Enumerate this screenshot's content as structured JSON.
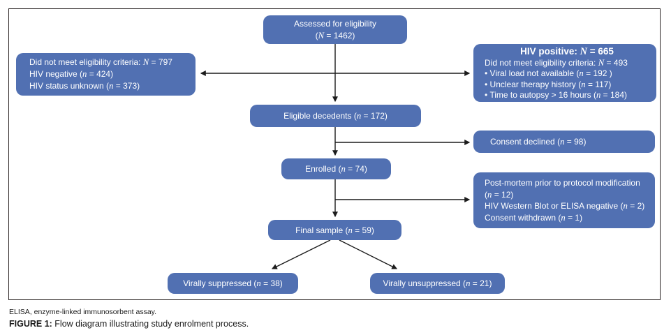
{
  "colors": {
    "box_fill": "#5170b2",
    "box_text": "#ffffff",
    "arrow": "#1c1c1c",
    "frame_border": "#2a2423",
    "caption_text": "#1a1a1a"
  },
  "boxes": {
    "assessed": {
      "lines": [
        {
          "c": 1,
          "segs": [
            {
              "t": "Assessed for eligibility"
            }
          ]
        },
        {
          "c": 1,
          "segs": [
            {
              "t": "("
            },
            {
              "t": "N",
              "i": 1
            },
            {
              "t": " = 1462)"
            }
          ]
        }
      ]
    },
    "not_eligible": {
      "lines": [
        {
          "segs": [
            {
              "t": "Did not meet eligibility criteria: "
            },
            {
              "t": "N",
              "i": 1
            },
            {
              "t": " = 797"
            }
          ]
        },
        {
          "segs": [
            {
              "t": "HIV negative ("
            },
            {
              "t": "n",
              "i": 1
            },
            {
              "t": " = 424)"
            }
          ]
        },
        {
          "segs": [
            {
              "t": "HIV status unknown ("
            },
            {
              "t": "n",
              "i": 1
            },
            {
              "t": " = 373)"
            }
          ]
        }
      ]
    },
    "hiv_positive": {
      "lines": [
        {
          "c": 1,
          "segs": [
            {
              "t": "HIV positive: ",
              "b": 1
            },
            {
              "t": "N",
              "b": 1,
              "i": 1
            },
            {
              "t": " = 665",
              "b": 1
            }
          ]
        },
        {
          "segs": [
            {
              "t": "Did not meet eligibility criteria: "
            },
            {
              "t": "N",
              "i": 1
            },
            {
              "t": " = 493"
            }
          ]
        },
        {
          "segs": [
            {
              "t": "• Viral load not available ("
            },
            {
              "t": "n",
              "i": 1
            },
            {
              "t": " = 192 )"
            }
          ]
        },
        {
          "segs": [
            {
              "t": "• Unclear therapy history ("
            },
            {
              "t": "n",
              "i": 1
            },
            {
              "t": " = 117)"
            }
          ]
        },
        {
          "segs": [
            {
              "t": "• Time to autopsy > 16 hours ("
            },
            {
              "t": "n",
              "i": 1
            },
            {
              "t": " = 184)"
            }
          ]
        }
      ]
    },
    "eligible": {
      "lines": [
        {
          "c": 1,
          "segs": [
            {
              "t": "Eligible decedents ("
            },
            {
              "t": "n",
              "i": 1
            },
            {
              "t": " = 172)"
            }
          ]
        }
      ]
    },
    "consent_declined": {
      "lines": [
        {
          "segs": [
            {
              "t": "Consent declined ("
            },
            {
              "t": "n",
              "i": 1
            },
            {
              "t": " = 98)"
            }
          ]
        }
      ]
    },
    "enrolled": {
      "lines": [
        {
          "c": 1,
          "segs": [
            {
              "t": "Enrolled ("
            },
            {
              "t": "n",
              "i": 1
            },
            {
              "t": " = 74)"
            }
          ]
        }
      ]
    },
    "post_mortem": {
      "lines": [
        {
          "segs": [
            {
              "t": "Post-mortem prior to protocol modification"
            }
          ]
        },
        {
          "segs": [
            {
              "t": "("
            },
            {
              "t": "n",
              "i": 1
            },
            {
              "t": " = 12)"
            }
          ]
        },
        {
          "segs": [
            {
              "t": "HIV Western Blot or ELISA negative ("
            },
            {
              "t": "n",
              "i": 1
            },
            {
              "t": " = 2)"
            }
          ]
        },
        {
          "segs": [
            {
              "t": "Consent withdrawn ("
            },
            {
              "t": "n",
              "i": 1
            },
            {
              "t": " = 1)"
            }
          ]
        }
      ]
    },
    "final_sample": {
      "lines": [
        {
          "c": 1,
          "segs": [
            {
              "t": "Final sample ("
            },
            {
              "t": "n",
              "i": 1
            },
            {
              "t": " = 59)"
            }
          ]
        }
      ]
    },
    "suppressed": {
      "lines": [
        {
          "c": 1,
          "segs": [
            {
              "t": "Virally suppressed ("
            },
            {
              "t": "n",
              "i": 1
            },
            {
              "t": " = 38)"
            }
          ]
        }
      ]
    },
    "unsuppressed": {
      "lines": [
        {
          "c": 1,
          "segs": [
            {
              "t": "Virally unsuppressed ("
            },
            {
              "t": "n",
              "i": 1
            },
            {
              "t": " = 21)"
            }
          ]
        }
      ]
    }
  },
  "footnote": "ELISA, enzyme-linked immunosorbent assay.",
  "caption": {
    "label": "FIGURE 1:",
    "text": " Flow diagram illustrating study enrolment process."
  }
}
